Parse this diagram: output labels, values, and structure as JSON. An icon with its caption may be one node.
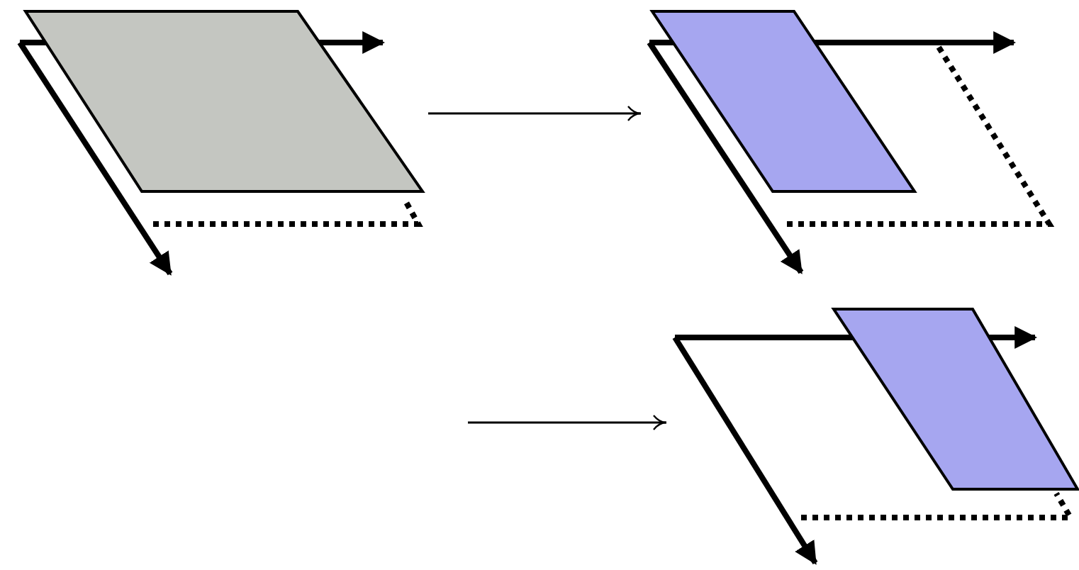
{
  "diagram": {
    "nodes": [
      {
        "text": [],
        "shape": "parallelogram"
      },
      {
        "text": [],
        "shape": "parallelogram"
      },
      {
        "text": [],
        "shape": "parallelogram"
      }
    ],
    "edges": [
      {
        "from": 0,
        "to": 1,
        "arrow": "to"
      },
      {
        "from": null,
        "to": 2,
        "arrow": "to"
      }
    ]
  }
}
